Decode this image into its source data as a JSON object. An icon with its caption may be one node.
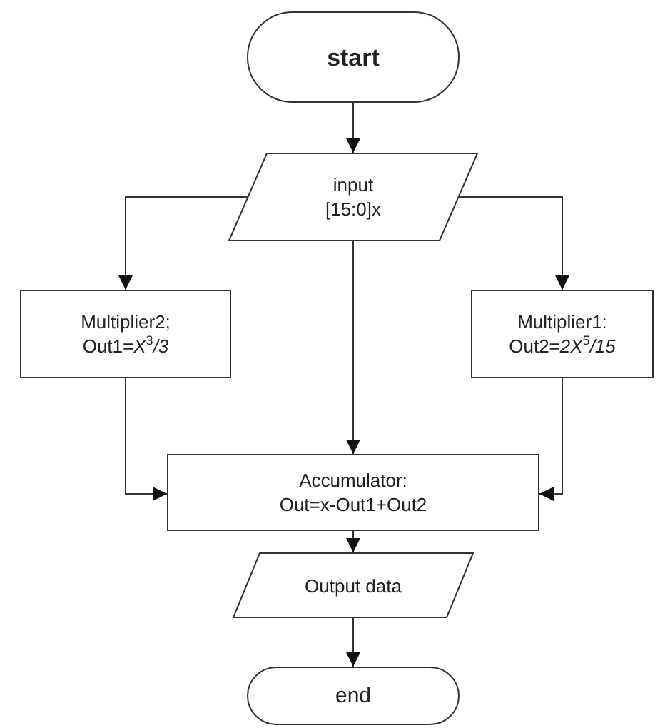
{
  "diagram": {
    "nodes": [
      {
        "text": [
          "start"
        ]
      },
      {
        "text": [
          "input [15:0]x"
        ]
      },
      {
        "text": [
          "Multiplier2;",
          "Out1=*X*$^{3}$*/3*"
        ]
      },
      {
        "text": [
          "Multiplier1:",
          "Out2=*2X*$^{5}$*/15*"
        ]
      },
      {
        "text": [
          "Accumulator:",
          "Out=x-Out1+Out2"
        ]
      },
      {
        "text": [
          "Output data"
        ]
      },
      {
        "text": [
          "end"
        ]
      }
    ],
    "edges": [
      {
        "from": 0,
        "to": 1,
        "arrow": "to"
      },
      {
        "from": 1,
        "to": 2,
        "arrow": "to"
      },
      {
        "from": 1,
        "to": 3,
        "arrow": "to"
      },
      {
        "from": 1,
        "to": 4,
        "arrow": "to"
      },
      {
        "from": 2,
        "to": 4,
        "arrow": "to"
      },
      {
        "from": 3,
        "to": 4,
        "arrow": "to"
      },
      {
        "from": 4,
        "to": 5,
        "arrow": "to"
      },
      {
        "from": 5,
        "to": 6,
        "arrow": "to"
      }
    ]
  }
}
